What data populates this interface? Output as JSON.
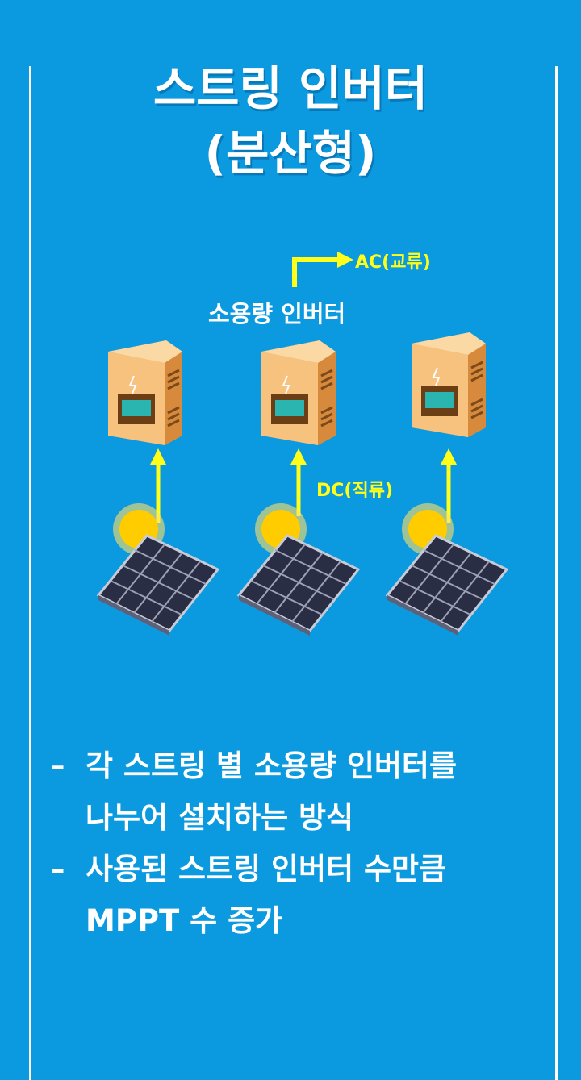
{
  "title": {
    "line1": "스트링 인버터",
    "line2": "(분산형)"
  },
  "diagram": {
    "ac_label": "AC(교류)",
    "inverter_label": "소용량 인버터",
    "dc_label": "DC(직류)",
    "colors": {
      "background": "#0b9ae0",
      "arrow": "#ffff1a",
      "inverter_body": "#f6c27e",
      "panel": "#2a2e44",
      "sun": "#ffcc00"
    }
  },
  "bullets": [
    {
      "dash": "–",
      "line1": "각 스트링 별 소용량 인버터를",
      "line2": "나누어 설치하는 방식"
    },
    {
      "dash": "–",
      "line1": "사용된 스트링 인버터 수만큼",
      "line2": "MPPT 수 증가"
    }
  ]
}
